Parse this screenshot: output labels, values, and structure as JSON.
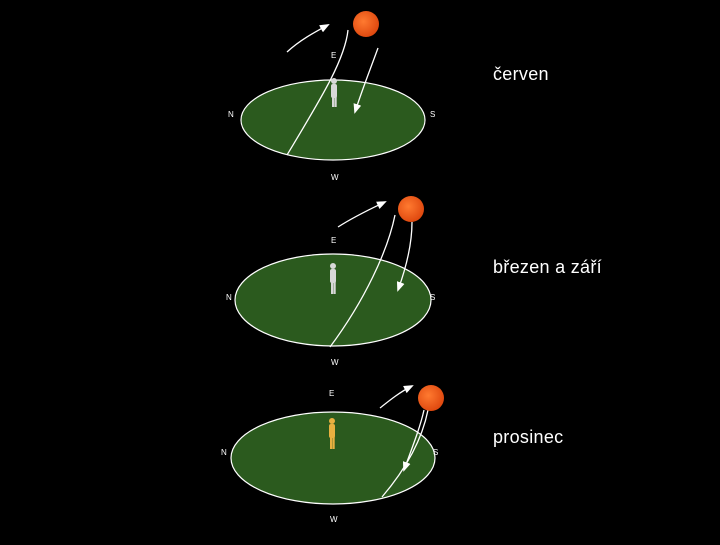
{
  "colors": {
    "background": "#000000",
    "ground": "#2b5a1e",
    "ground_edge": "#ffffff",
    "sun": "#f05a14",
    "path": "#ffffff",
    "person_light": "#d8d8d8",
    "person_winter": "#e8b040",
    "text": "#ffffff"
  },
  "icons": {
    "sun": "sun-icon",
    "person": "person-icon",
    "arrow": "arrow-icon"
  },
  "panels": [
    {
      "id": "june",
      "caption": "červen",
      "compass": {
        "north": "N",
        "south": "S",
        "east": "E",
        "west": "W"
      }
    },
    {
      "id": "equinox",
      "caption": "březen a září",
      "compass": {
        "north": "N",
        "south": "S",
        "east": "E",
        "west": "W"
      }
    },
    {
      "id": "december",
      "caption": "prosinec",
      "compass": {
        "north": "N",
        "south": "S",
        "east": "E",
        "west": "W"
      }
    }
  ]
}
